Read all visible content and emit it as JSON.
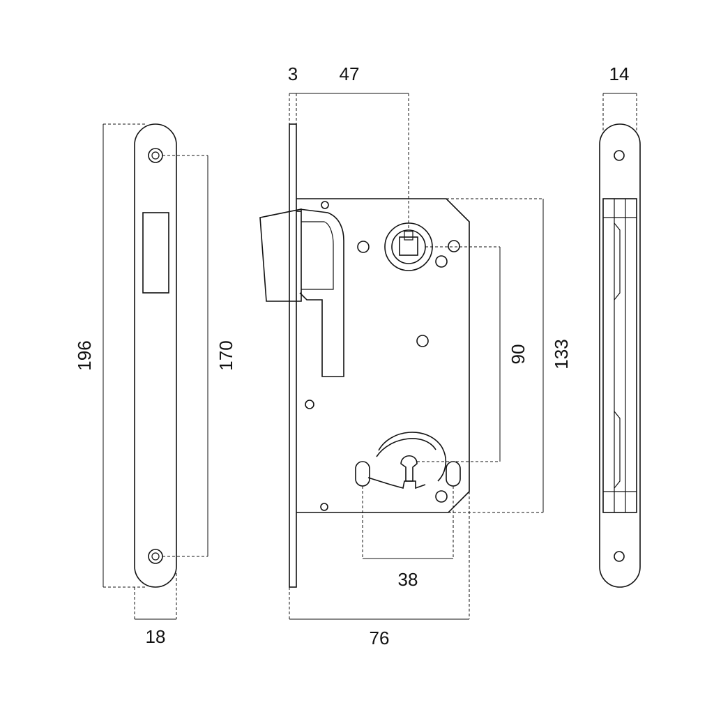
{
  "drawing": {
    "subject": "mortise lock",
    "dimensions": {
      "faceplate_height": "196",
      "screw_spacing": "170",
      "faceplate_width": "18",
      "faceplate_thickness": "3",
      "backset": "47",
      "center_distance": "90",
      "case_height": "133",
      "lower_spacing": "38",
      "overall_depth": "76",
      "side_width": "14"
    }
  }
}
